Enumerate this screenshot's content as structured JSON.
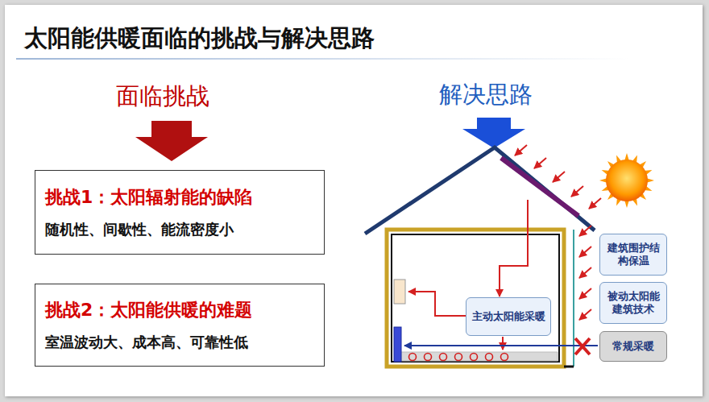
{
  "diagram": {
    "title": "太阳能供暖面临的挑战与解决思路",
    "nodes": [
      {
        "text": [
          "挑战1：太阳辐射能的缺陷",
          "随机性、间歇性、能流密度小"
        ]
      },
      {
        "text": [
          "挑战2：太阳能供暖的难题",
          "室温波动大、成本高、可靠性低"
        ]
      },
      {
        "text": [
          "主动太阳能采暖"
        ]
      },
      {
        "text": [
          "建筑围护结构保温"
        ]
      },
      {
        "text": [
          "被动太阳能建筑技术"
        ]
      },
      {
        "text": [
          "常规采暖"
        ]
      }
    ],
    "labels": [
      "面临挑战",
      "解决思路"
    ]
  }
}
